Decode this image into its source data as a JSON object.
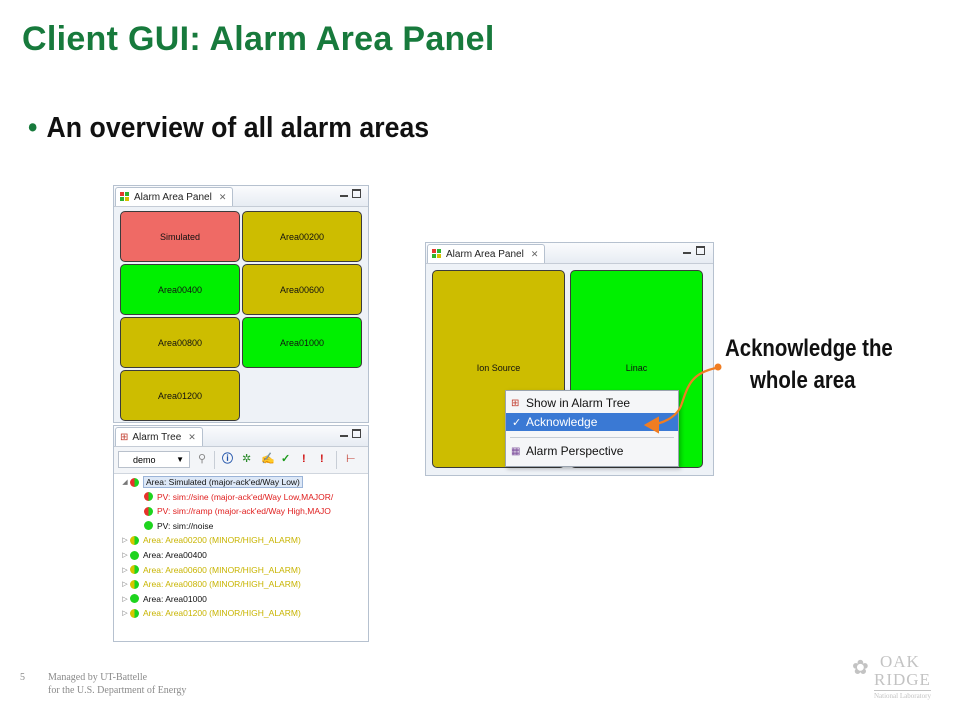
{
  "slide": {
    "title": "Client GUI: Alarm Area Panel",
    "bullet": "An overview of all alarm areas",
    "page_number": "5",
    "footer_line1": "Managed by UT-Battelle",
    "footer_line2": "for the U.S. Department of Energy",
    "logo": {
      "oak": "OAK",
      "ridge": "RIDGE",
      "lab": "National Laboratory"
    }
  },
  "left_area_panel": {
    "tab_label": "Alarm Area Panel",
    "tiles": [
      {
        "label": "Simulated",
        "color": "#ef6a65"
      },
      {
        "label": "Area00200",
        "color": "#cdbd00"
      },
      {
        "label": "Area00400",
        "color": "#00f000"
      },
      {
        "label": "Area00600",
        "color": "#cdbd00"
      },
      {
        "label": "Area00800",
        "color": "#cdbd00"
      },
      {
        "label": "Area01000",
        "color": "#00f000"
      },
      {
        "label": "Area01200",
        "color": "#cdbd00"
      }
    ]
  },
  "alarm_tree": {
    "tab_label": "Alarm Tree",
    "config_combo": "demo",
    "toolbar_icons": [
      "filter-icon",
      "info-icon",
      "gear-icon",
      "hand-icon",
      "check-icon",
      "alarm-red-icon",
      "alarm-exclaim-icon",
      "tree-icon"
    ],
    "rows": [
      {
        "text": "Area: Simulated (major-ack'ed/Way Low)",
        "color": "#111111",
        "indent": 0,
        "icon": "half"
      },
      {
        "text": "PV: sim://sine (major-ack'ed/Way Low,MAJOR/",
        "color": "#e02020",
        "indent": 1,
        "icon": "half"
      },
      {
        "text": "PV: sim://ramp (major-ack'ed/Way High,MAJO",
        "color": "#e02020",
        "indent": 1,
        "icon": "half"
      },
      {
        "text": "PV: sim://noise",
        "color": "#111111",
        "indent": 1,
        "icon": "green"
      },
      {
        "text": "Area: Area00200 (MINOR/HIGH_ALARM)",
        "color": "#c8b400",
        "indent": 0,
        "icon": "yg"
      },
      {
        "text": "Area: Area00400",
        "color": "#111111",
        "indent": 0,
        "icon": "green"
      },
      {
        "text": "Area: Area00600 (MINOR/HIGH_ALARM)",
        "color": "#c8b400",
        "indent": 0,
        "icon": "yg"
      },
      {
        "text": "Area: Area00800 (MINOR/HIGH_ALARM)",
        "color": "#c8b400",
        "indent": 0,
        "icon": "yg"
      },
      {
        "text": "Area: Area01000",
        "color": "#111111",
        "indent": 0,
        "icon": "green"
      },
      {
        "text": "Area: Area01200 (MINOR/HIGH_ALARM)",
        "color": "#c8b400",
        "indent": 0,
        "icon": "yg"
      }
    ]
  },
  "right_area_panel": {
    "tab_label": "Alarm Area Panel",
    "tiles": [
      {
        "label": "Ion Source",
        "color": "#cdbd00"
      },
      {
        "label": "Linac",
        "color": "#00f000"
      }
    ],
    "context_menu": {
      "items": [
        "Show in Alarm Tree",
        "Acknowledge",
        "Alarm Perspective"
      ],
      "highlighted": "Acknowledge"
    }
  },
  "annotation": {
    "line1": "Acknowledge the",
    "line2": "whole area",
    "arrow_color": "#f07d22"
  }
}
